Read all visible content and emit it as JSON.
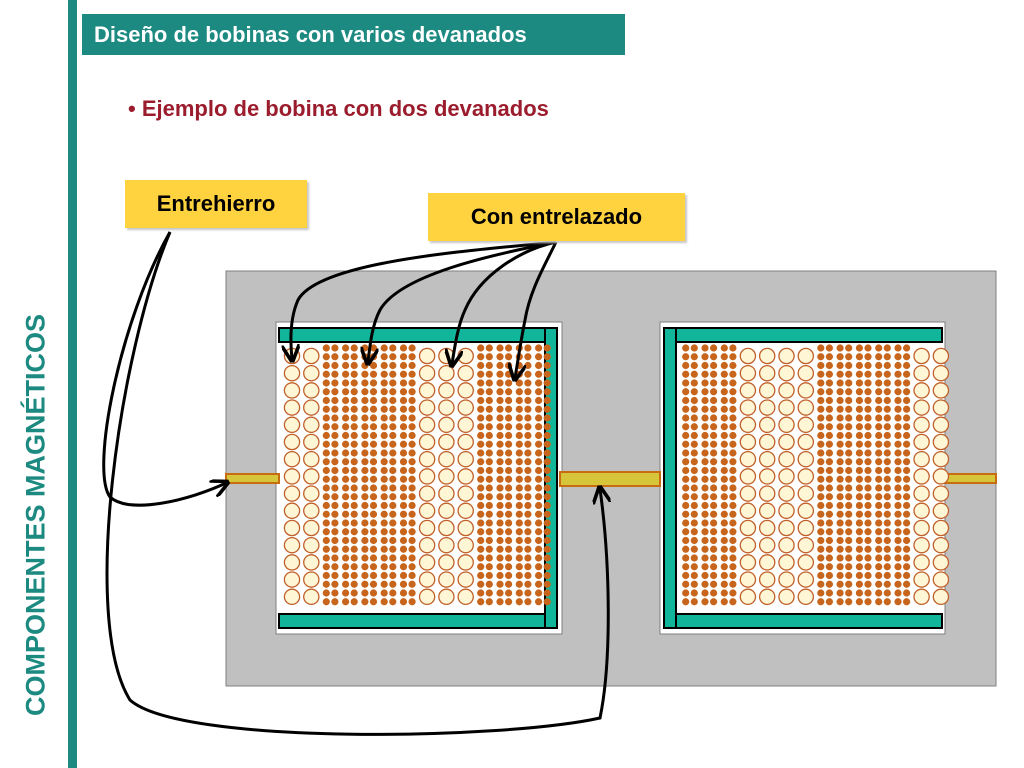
{
  "sidebar": {
    "vertical_title": "COMPONENTES MAGNÉTICOS"
  },
  "header": {
    "title": "Diseño de bobinas con varios devanados"
  },
  "main": {
    "bullet": "• Ejemplo de bobina con dos devanados",
    "labels": {
      "gap": "Entrehierro",
      "interleaved": "Con entrelazado"
    }
  },
  "diagram": {
    "colors": {
      "core": "#c0c0c0",
      "bobbin": "#11b59a",
      "bobbin_outline": "#000000",
      "gap": "#d6c43a",
      "gap_outline": "#c86c10",
      "conductor_large_fill": "#fff6d6",
      "conductor_large_outline": "#c0602a",
      "conductor_small": "#c8651c",
      "arrow": "#000000",
      "accent": "#1c8a80"
    },
    "left_window_columns": [
      "L",
      "L",
      "S",
      "S",
      "S",
      "S",
      "S",
      "L",
      "L",
      "L",
      "S",
      "S",
      "S",
      "S"
    ],
    "right_window_columns": [
      "S",
      "S",
      "S",
      "L",
      "L",
      "L",
      "L",
      "S",
      "S",
      "S",
      "S",
      "S",
      "L",
      "L"
    ]
  }
}
